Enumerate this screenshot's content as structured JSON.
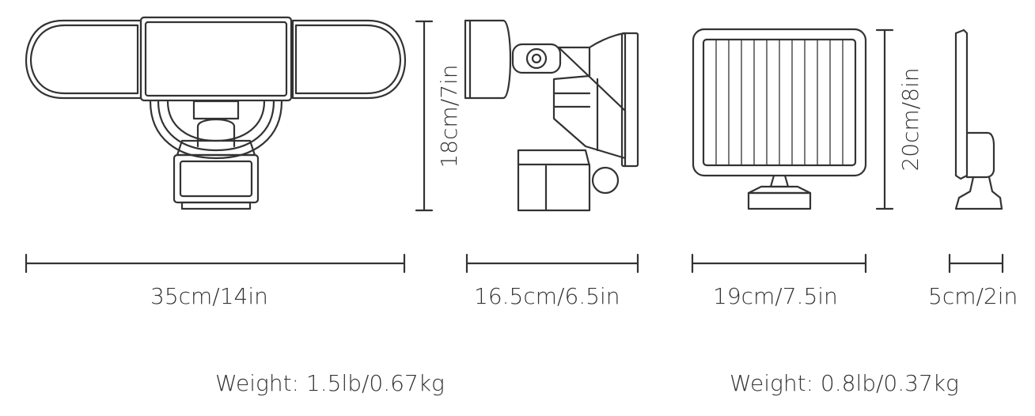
{
  "dimensions": {
    "floodlight_height": "18cm/7in",
    "floodlight_width": "35cm/14in",
    "floodlight_depth": "16.5cm/6.5in",
    "panel_height": "20cm/8in",
    "panel_width": "19cm/7.5in",
    "panel_depth": "5cm/2in"
  },
  "weights": {
    "floodlight": "Weight: 1.5lb/0.67kg",
    "panel": "Weight: 0.8lb/0.37kg"
  },
  "colors": {
    "line": "#333333",
    "text": "#333333"
  }
}
